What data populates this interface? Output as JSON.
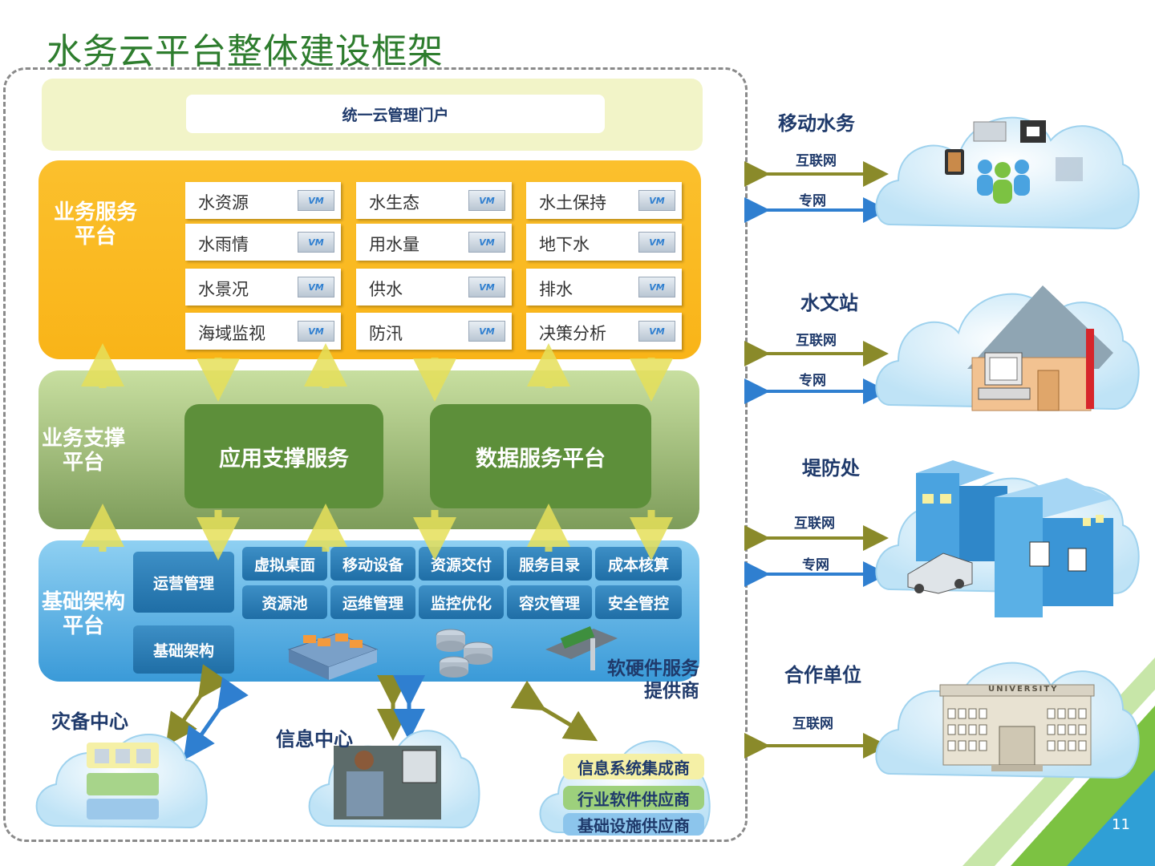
{
  "title": "水务云平台整体建设框架",
  "portal": "统一云管理门户",
  "business_platform": {
    "title": "业务服务平台",
    "items": [
      {
        "label": "水资源"
      },
      {
        "label": "水生态"
      },
      {
        "label": "水土保持"
      },
      {
        "label": "水雨情"
      },
      {
        "label": "用水量"
      },
      {
        "label": "地下水"
      },
      {
        "label": "水景况"
      },
      {
        "label": "供水"
      },
      {
        "label": "排水"
      },
      {
        "label": "海域监视"
      },
      {
        "label": "防汛"
      },
      {
        "label": "决策分析"
      }
    ],
    "vm_badge": "VM"
  },
  "support_platform": {
    "title": "业务支撑平台",
    "boxes": [
      "应用支撑服务",
      "数据服务平台"
    ]
  },
  "infra_platform": {
    "title": "基础架构平台",
    "left_boxes": [
      "运营管理",
      "基础架构"
    ],
    "grid": [
      "虚拟桌面",
      "移动设备",
      "资源交付",
      "服务目录",
      "成本核算",
      "资源池",
      "运维管理",
      "监控优化",
      "容灾管理",
      "安全管控"
    ]
  },
  "bottom": {
    "disaster_center": "灾备中心",
    "info_center": "信息中心",
    "provider_title": "软硬件服务提供商",
    "providers": [
      "信息系统集成商",
      "行业软件供应商",
      "基础设施供应商"
    ]
  },
  "right": {
    "sites": [
      {
        "name": "移动水务",
        "links": [
          "互联网",
          "专网"
        ]
      },
      {
        "name": "水文站",
        "links": [
          "互联网",
          "专网"
        ]
      },
      {
        "name": "堤防处",
        "links": [
          "互联网",
          "专网"
        ]
      },
      {
        "name": "合作单位",
        "links": [
          "互联网"
        ]
      }
    ],
    "university_sign": "UNIVERSITY"
  },
  "page_number": "11",
  "colors": {
    "title_green": "#2e7d2e",
    "biz_orange": "#f9b418",
    "support_green": "#7d9c5a",
    "infra_blue": "#3a9ad8",
    "navy_text": "#1f3a6b",
    "arrow_olive": "#8a8a2a",
    "arrow_blue": "#2f7fd0"
  }
}
